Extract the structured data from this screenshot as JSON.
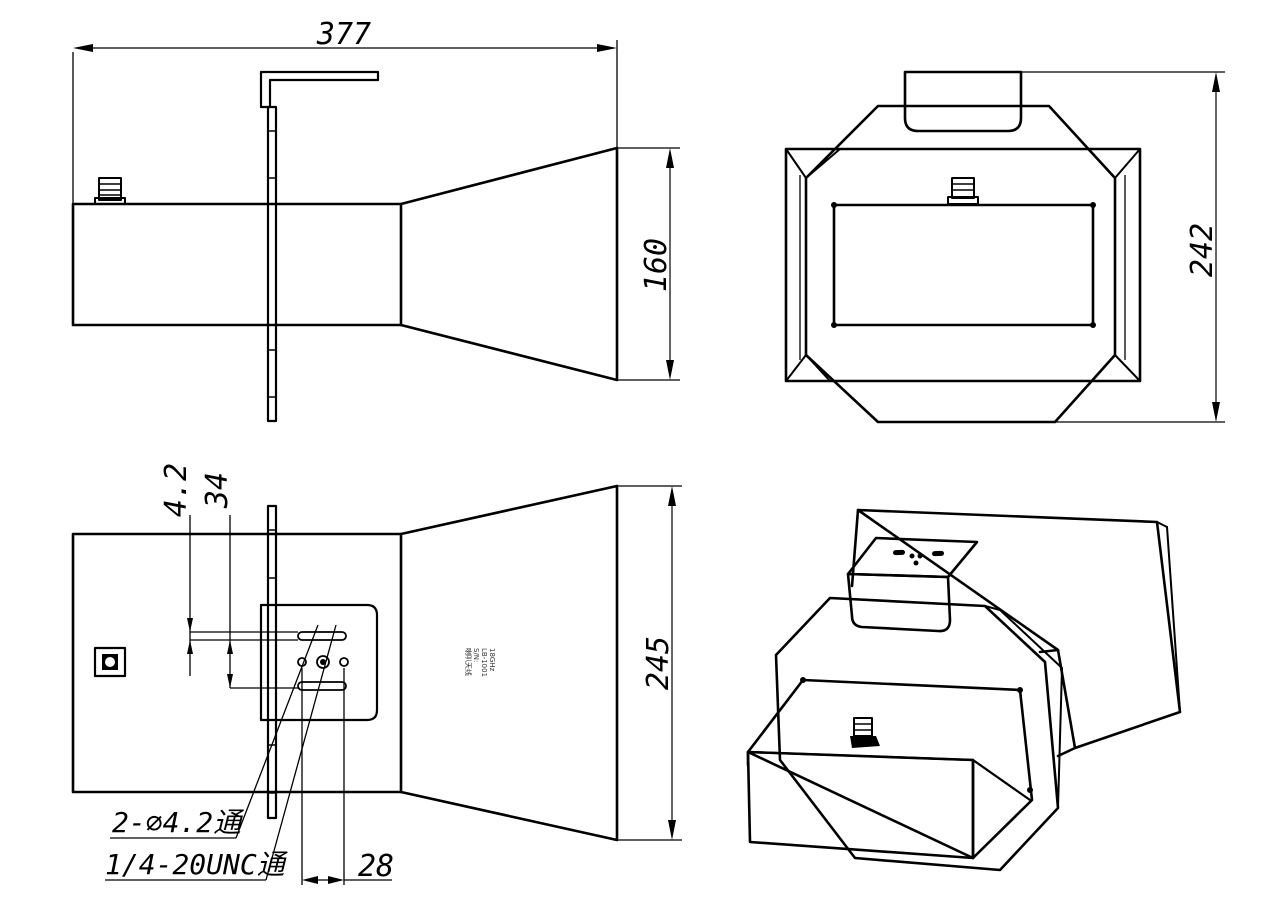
{
  "dimensions": {
    "total_length": "377",
    "side_height": "160",
    "front_height": "242",
    "bottom_height": "245",
    "hole_offset_a": "4.2",
    "hole_offset_b": "34",
    "hole_spacing": "28"
  },
  "notes": {
    "holes": "2-∅4.2通",
    "threaded": "1/4-20UNC通"
  },
  "label_plate": {
    "line1": "喇叭天线",
    "line2": "S/N:",
    "line3": "LB-1001",
    "line4": "18GHz"
  }
}
